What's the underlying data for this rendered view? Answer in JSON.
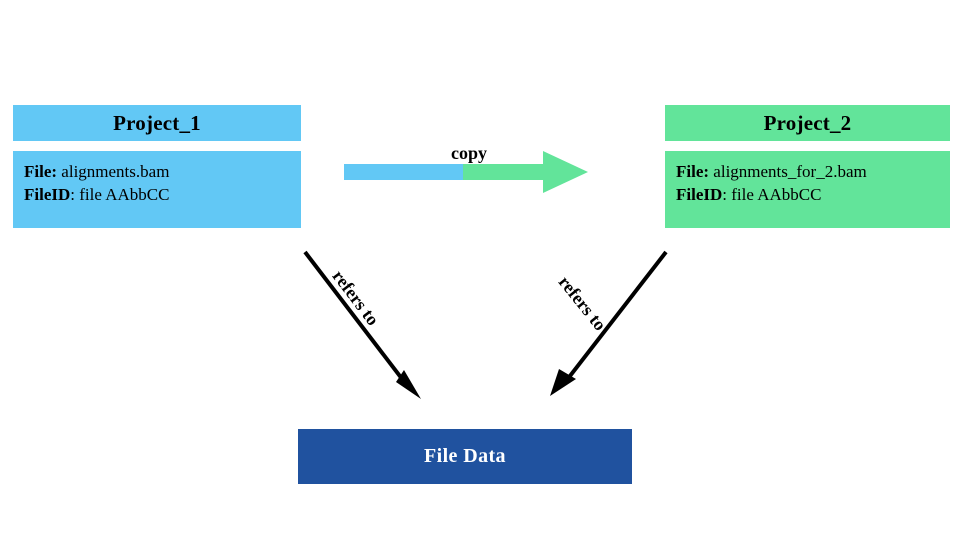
{
  "diagram": {
    "title_visible": false,
    "background": "#ffffff",
    "colors": {
      "project1": "#62c8f5",
      "project2": "#62e49a",
      "filedata": "#20529f",
      "filedata_text": "#ffffff",
      "arrow_black": "#000000"
    },
    "nodes": [
      {
        "id": "project1",
        "header": "Project_1",
        "color": "#62c8f5",
        "fields": [
          {
            "key": "File:",
            "value": "alignments.bam"
          },
          {
            "key": "FileID",
            "separator": ":",
            "value": "file AAbbCC"
          }
        ]
      },
      {
        "id": "project2",
        "header": "Project_2",
        "color": "#62e49a",
        "fields": [
          {
            "key": "File:",
            "value": "alignments_for_2.bam"
          },
          {
            "key": "FileID",
            "separator": ":",
            "value": "file AAbbCC"
          }
        ]
      },
      {
        "id": "filedata",
        "header": "File Data",
        "color": "#20529f"
      }
    ],
    "edges": [
      {
        "id": "copy-edge",
        "label": "copy",
        "from": "project1",
        "to": "project2",
        "style": "two-tone-bar-arrow",
        "start_color": "#62c8f5",
        "end_color": "#62e49a"
      },
      {
        "id": "refers-left-edge",
        "label": "refers to",
        "from": "project1",
        "to": "filedata",
        "style": "black-arrow"
      },
      {
        "id": "refers-right-edge",
        "label": "refers to",
        "from": "project2",
        "to": "filedata",
        "style": "black-arrow"
      }
    ]
  }
}
